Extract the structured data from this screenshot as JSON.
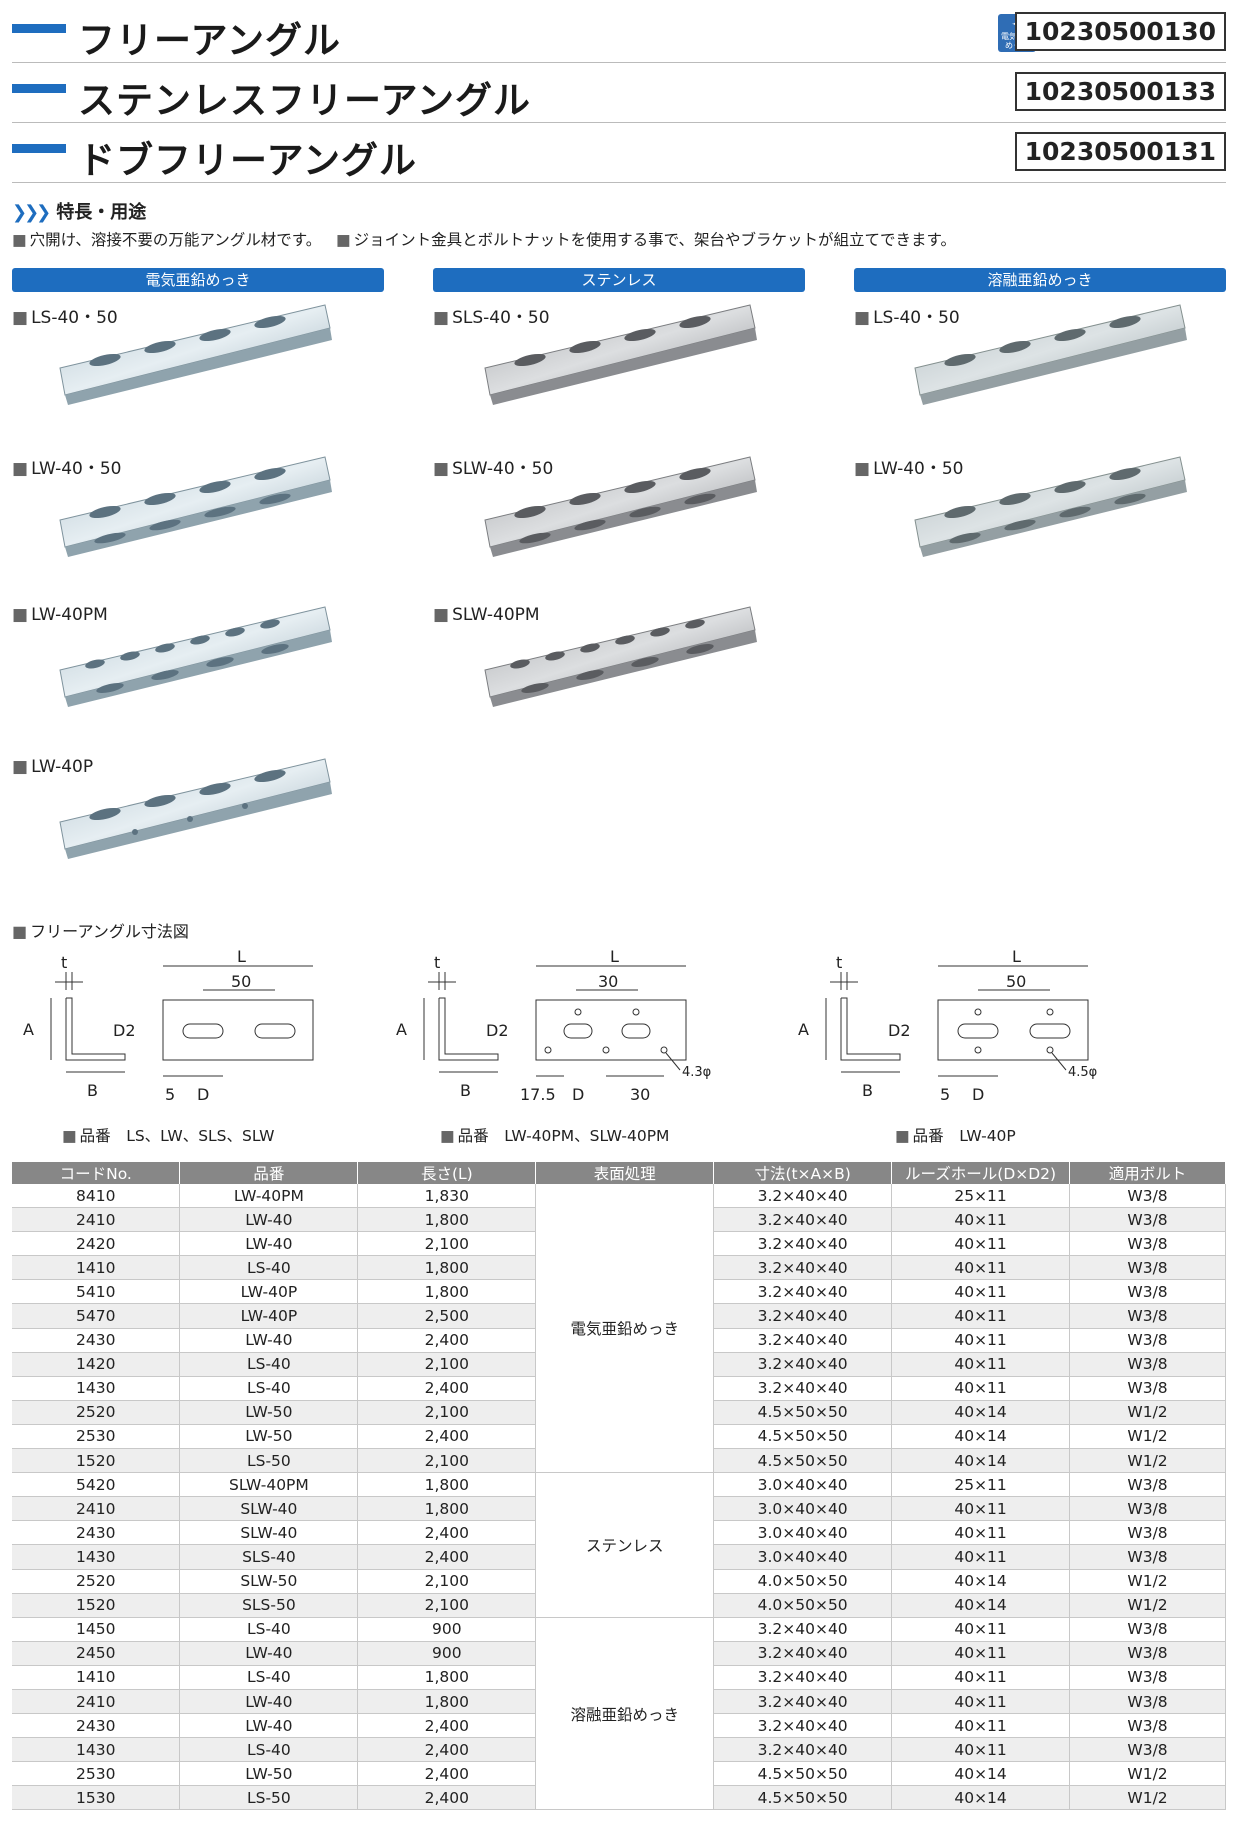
{
  "titles": [
    {
      "name": "フリーアングル",
      "code": "10230500130",
      "badge": "電気亜鉛めっき"
    },
    {
      "name": "ステンレスフリーアングル",
      "code": "10230500133"
    },
    {
      "name": "ドブフリーアングル",
      "code": "10230500131"
    }
  ],
  "features": {
    "heading": "特長・用途",
    "items": [
      "穴開け、溶接不要の万能アングル材です。",
      "ジョイント金具とボルトナットを使用する事で、架台やブラケットが組立てできます。"
    ]
  },
  "columns": [
    {
      "heading": "電気亜鉛めっき",
      "products": [
        "LS-40・50",
        "LW-40・50",
        "LW-40PM",
        "LW-40P"
      ]
    },
    {
      "heading": "ステンレス",
      "products": [
        "SLS-40・50",
        "SLW-40・50",
        "SLW-40PM"
      ]
    },
    {
      "heading": "溶融亜鉛めっき",
      "products": [
        "LS-40・50",
        "LW-40・50"
      ]
    }
  ],
  "dimensions": {
    "title": "フリーアングル寸法図",
    "diagrams": [
      {
        "caption_prefix": "品番",
        "caption": "LS、LW、SLS、SLW",
        "pitch": "50",
        "labels": {
          "t": "t",
          "a": "A",
          "b": "B",
          "l": "L",
          "d2": "D2",
          "d": "D",
          "five": "5"
        }
      },
      {
        "caption_prefix": "品番",
        "caption": "LW-40PM、SLW-40PM",
        "pitch": "30",
        "offset": "17.5",
        "pitch2": "30",
        "hole": "4.3φ",
        "labels": {
          "t": "t",
          "a": "A",
          "b": "B",
          "l": "L",
          "d2": "D2",
          "d": "D"
        }
      },
      {
        "caption_prefix": "品番",
        "caption": "LW-40P",
        "pitch": "50",
        "hole": "4.5φ",
        "labels": {
          "t": "t",
          "a": "A",
          "b": "B",
          "l": "L",
          "d2": "D2",
          "d": "D",
          "five": "5"
        }
      }
    ]
  },
  "table": {
    "headers": [
      "コードNo.",
      "品番",
      "長さ(L)",
      "表面処理",
      "寸法(t×A×B)",
      "ルーズホール(D×D2)",
      "適用ボルト"
    ],
    "groups": [
      {
        "surface": "電気亜鉛めっき",
        "rows": [
          [
            "8410",
            "LW-40PM",
            "1,830",
            "3.2×40×40",
            "25×11",
            "W3/8"
          ],
          [
            "2410",
            "LW-40",
            "1,800",
            "3.2×40×40",
            "40×11",
            "W3/8"
          ],
          [
            "2420",
            "LW-40",
            "2,100",
            "3.2×40×40",
            "40×11",
            "W3/8"
          ],
          [
            "1410",
            "LS-40",
            "1,800",
            "3.2×40×40",
            "40×11",
            "W3/8"
          ],
          [
            "5410",
            "LW-40P",
            "1,800",
            "3.2×40×40",
            "40×11",
            "W3/8"
          ],
          [
            "5470",
            "LW-40P",
            "2,500",
            "3.2×40×40",
            "40×11",
            "W3/8"
          ],
          [
            "2430",
            "LW-40",
            "2,400",
            "3.2×40×40",
            "40×11",
            "W3/8"
          ],
          [
            "1420",
            "LS-40",
            "2,100",
            "3.2×40×40",
            "40×11",
            "W3/8"
          ],
          [
            "1430",
            "LS-40",
            "2,400",
            "3.2×40×40",
            "40×11",
            "W3/8"
          ],
          [
            "2520",
            "LW-50",
            "2,100",
            "4.5×50×50",
            "40×14",
            "W1/2"
          ],
          [
            "2530",
            "LW-50",
            "2,400",
            "4.5×50×50",
            "40×14",
            "W1/2"
          ],
          [
            "1520",
            "LS-50",
            "2,100",
            "4.5×50×50",
            "40×14",
            "W1/2"
          ]
        ]
      },
      {
        "surface": "ステンレス",
        "rows": [
          [
            "5420",
            "SLW-40PM",
            "1,800",
            "3.0×40×40",
            "25×11",
            "W3/8"
          ],
          [
            "2410",
            "SLW-40",
            "1,800",
            "3.0×40×40",
            "40×11",
            "W3/8"
          ],
          [
            "2430",
            "SLW-40",
            "2,400",
            "3.0×40×40",
            "40×11",
            "W3/8"
          ],
          [
            "1430",
            "SLS-40",
            "2,400",
            "3.0×40×40",
            "40×11",
            "W3/8"
          ],
          [
            "2520",
            "SLW-50",
            "2,100",
            "4.0×50×50",
            "40×14",
            "W1/2"
          ],
          [
            "1520",
            "SLS-50",
            "2,100",
            "4.0×50×50",
            "40×14",
            "W1/2"
          ]
        ]
      },
      {
        "surface": "溶融亜鉛めっき",
        "rows": [
          [
            "1450",
            "LS-40",
            "900",
            "3.2×40×40",
            "40×11",
            "W3/8"
          ],
          [
            "2450",
            "LW-40",
            "900",
            "3.2×40×40",
            "40×11",
            "W3/8"
          ],
          [
            "1410",
            "LS-40",
            "1,800",
            "3.2×40×40",
            "40×11",
            "W3/8"
          ],
          [
            "2410",
            "LW-40",
            "1,800",
            "3.2×40×40",
            "40×11",
            "W3/8"
          ],
          [
            "2430",
            "LW-40",
            "2,400",
            "3.2×40×40",
            "40×11",
            "W3/8"
          ],
          [
            "1430",
            "LS-40",
            "2,400",
            "3.2×40×40",
            "40×11",
            "W3/8"
          ],
          [
            "2530",
            "LW-50",
            "2,400",
            "4.5×50×50",
            "40×14",
            "W1/2"
          ],
          [
            "1530",
            "LS-50",
            "2,400",
            "4.5×50×50",
            "40×14",
            "W1/2"
          ]
        ]
      }
    ]
  },
  "colors": {
    "accent": "#1e6dbf",
    "table_header": "#878787",
    "row_band": "#eeeeee"
  }
}
